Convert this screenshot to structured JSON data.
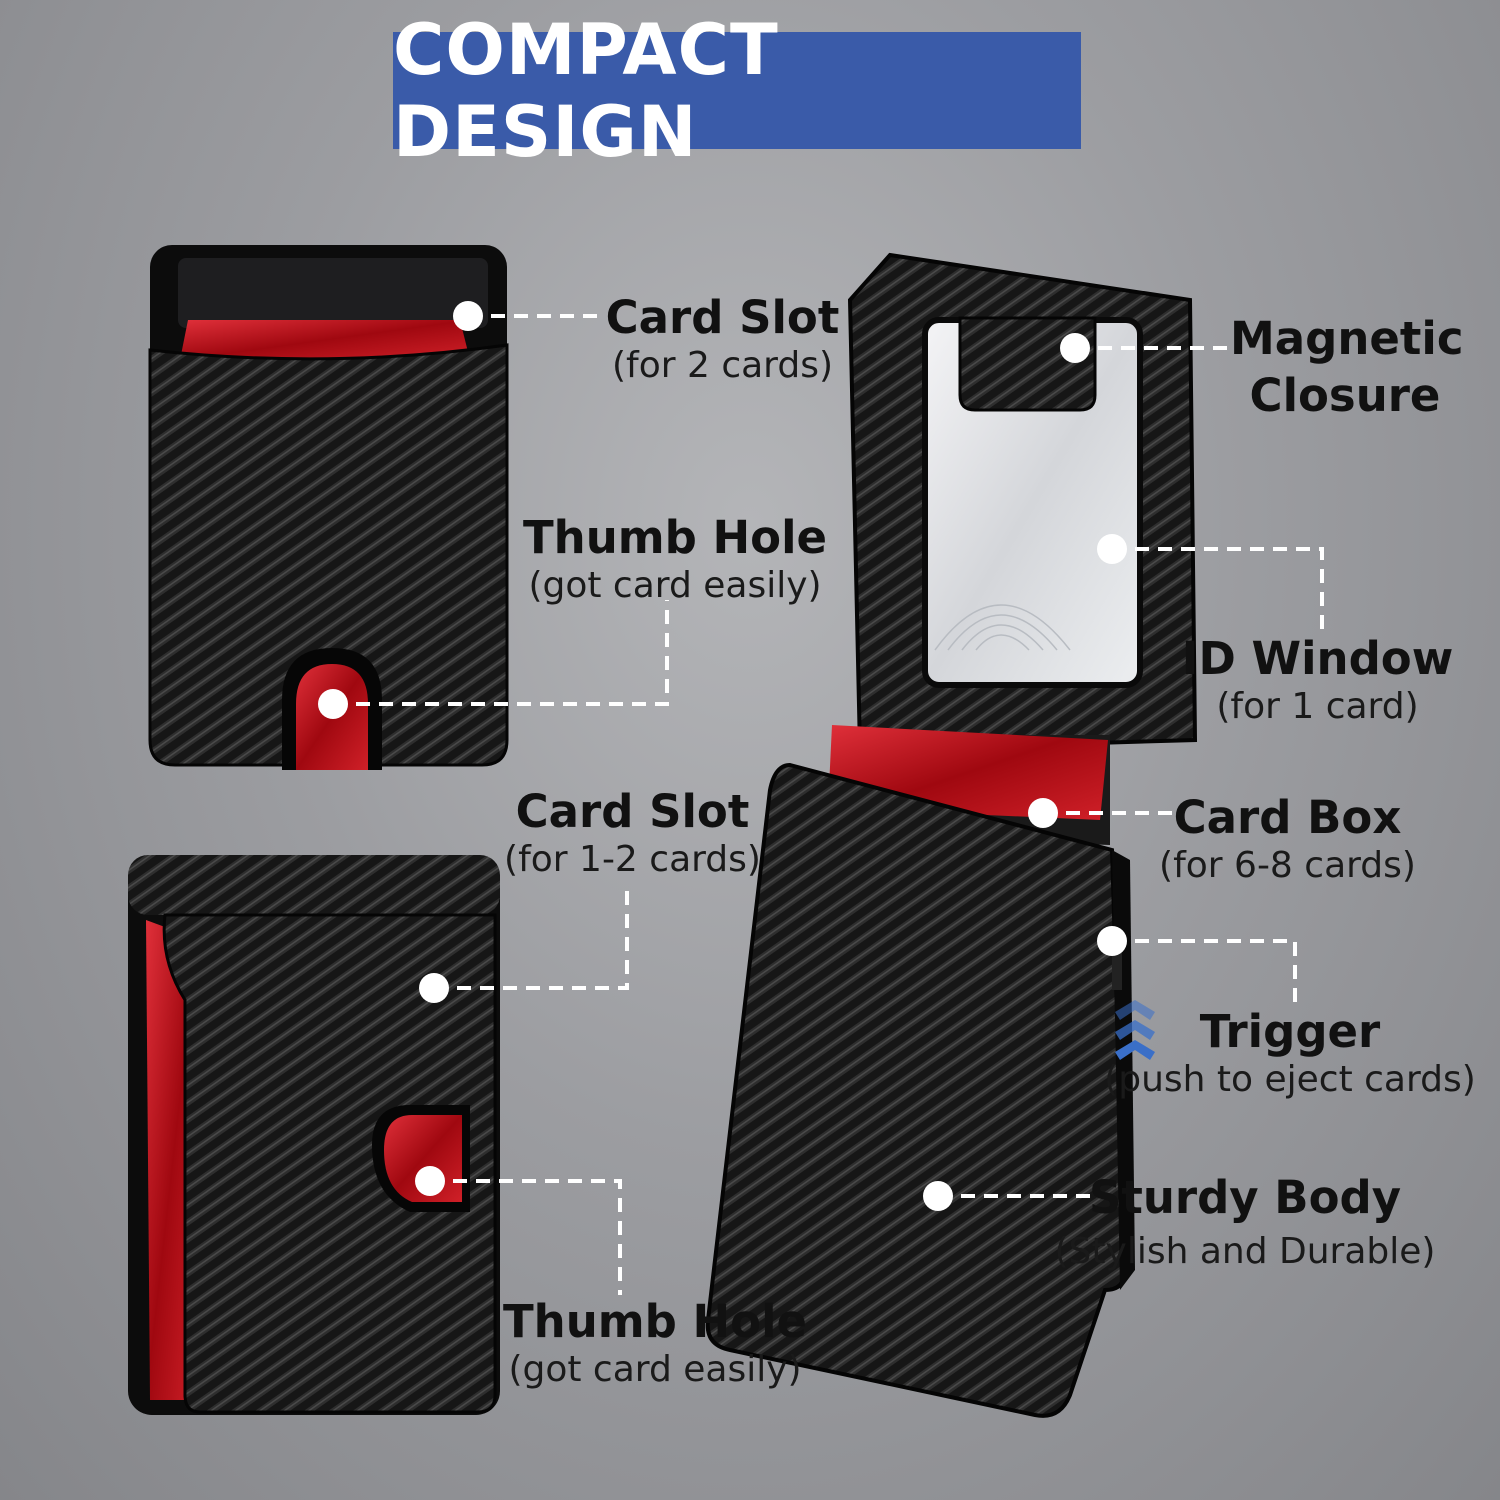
{
  "banner": {
    "title": "COMPACT DESIGN",
    "color": "#3a5ba9"
  },
  "callouts": {
    "card_slot_top": {
      "title": "Card Slot",
      "note": "(for 2 cards)"
    },
    "thumb_hole_top": {
      "title": "Thumb Hole",
      "note": "(got card easily)"
    },
    "card_slot_bottom": {
      "title": "Card Slot",
      "note": "(for 1-2 cards)"
    },
    "thumb_hole_bottom": {
      "title": "Thumb Hole",
      "note": "(got card easily)"
    },
    "magnetic_closure": {
      "title_line1": "Magnetic",
      "title_line2": "Closure"
    },
    "id_window": {
      "title": "ID Window",
      "note": "(for 1 card)"
    },
    "card_box": {
      "title": "Card Box",
      "note": "(for 6-8 cards)"
    },
    "trigger": {
      "title": "Trigger",
      "note": "(push to eject cards)"
    },
    "sturdy_body": {
      "title": "Sturdy Body",
      "note": "(Stylish and Durable)"
    }
  },
  "colors": {
    "leather": "#141414",
    "card_red": "#c41018",
    "marker": "#ffffff"
  }
}
